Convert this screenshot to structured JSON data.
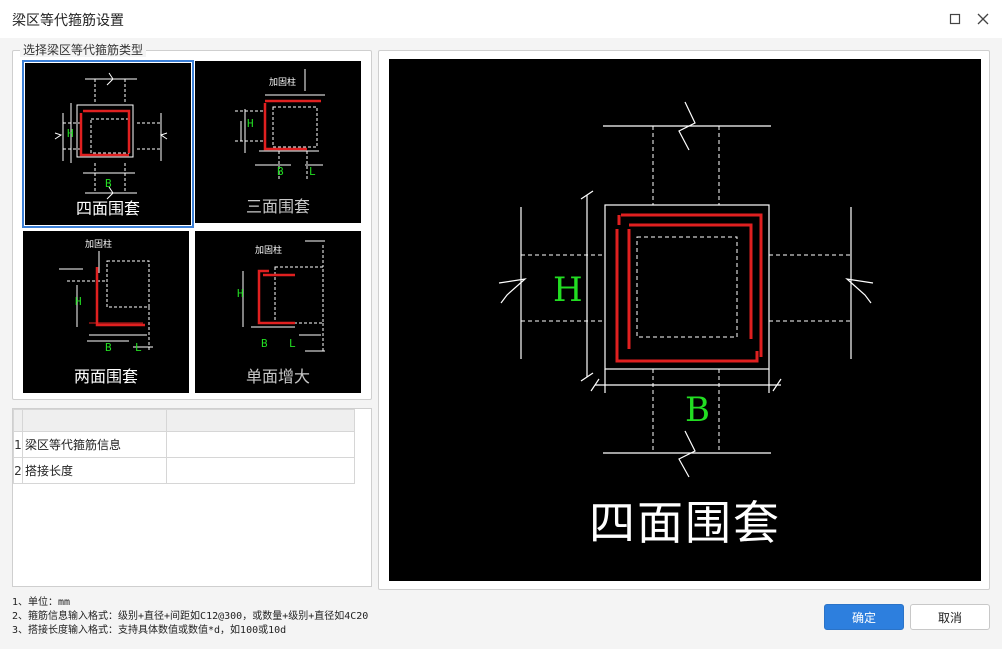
{
  "window": {
    "title": "梁区等代箍筋设置",
    "maximize_icon": "maximize-icon",
    "close_icon": "close-icon"
  },
  "type_group": {
    "legend": "选择梁区等代箍筋类型",
    "options": [
      {
        "label": "四面围套",
        "selected": true
      },
      {
        "label": "三面围套",
        "selected": false
      },
      {
        "label": "两面围套",
        "selected": false
      },
      {
        "label": "单面增大",
        "selected": false
      }
    ],
    "annotation": "加固柱",
    "dim_h": "H",
    "dim_b": "B",
    "dim_l": "L"
  },
  "property_table": {
    "columns": [
      "",
      ""
    ],
    "rows": [
      {
        "no": "1",
        "name": "梁区等代箍筋信息",
        "value": ""
      },
      {
        "no": "2",
        "name": "搭接长度",
        "value": ""
      }
    ]
  },
  "preview": {
    "label": "四面围套",
    "dim_h": "H",
    "dim_b": "B"
  },
  "notes": [
    "1、单位：mm",
    "2、箍筋信息输入格式：级别+直径+间距如C12@300，或数量+级别+直径如4C20",
    "3、搭接长度输入格式：支持具体数值或数值*d，如100或10d"
  ],
  "buttons": {
    "ok": "确定",
    "cancel": "取消"
  },
  "colors": {
    "selection_border": "#3b7fd6",
    "primary_button": "#2d7fde",
    "rebar_red": "#e02020",
    "dimension_green": "#22dd22"
  }
}
